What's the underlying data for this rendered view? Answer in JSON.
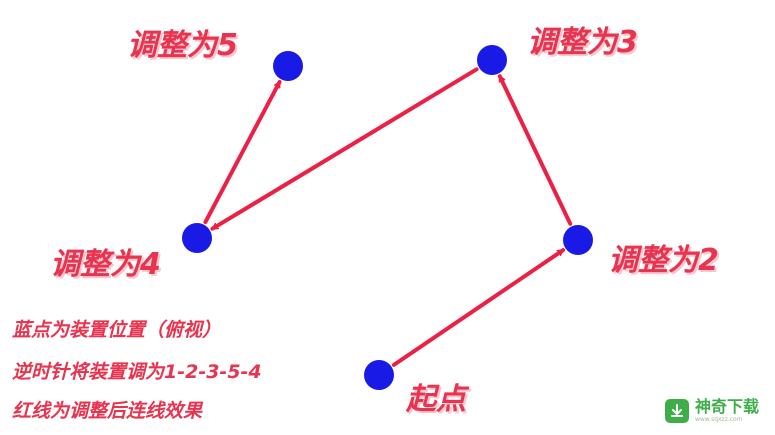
{
  "nodes": [
    {
      "id": "start",
      "label": "起点"
    },
    {
      "id": "adjust-2",
      "label": "调整为2"
    },
    {
      "id": "adjust-3",
      "label": "调整为3"
    },
    {
      "id": "adjust-4",
      "label": "调整为4"
    },
    {
      "id": "adjust-5",
      "label": "调整为5"
    }
  ],
  "edges": [
    {
      "from": "start",
      "to": "adjust-2"
    },
    {
      "from": "adjust-2",
      "to": "adjust-3"
    },
    {
      "from": "adjust-3",
      "to": "adjust-4"
    },
    {
      "from": "adjust-4",
      "to": "adjust-5"
    }
  ],
  "notes": [
    "蓝点为装置位置（俯视）",
    "逆时针将装置调为1-2-3-5-4",
    "红线为调整后连线效果"
  ],
  "watermark": {
    "name": "神奇下载",
    "url": "www.sqxzz.com"
  },
  "colors": {
    "node": "#1a1ae6",
    "arrow": "#ec1f45",
    "label": "#e8344f",
    "watermark": "#3fae49"
  }
}
